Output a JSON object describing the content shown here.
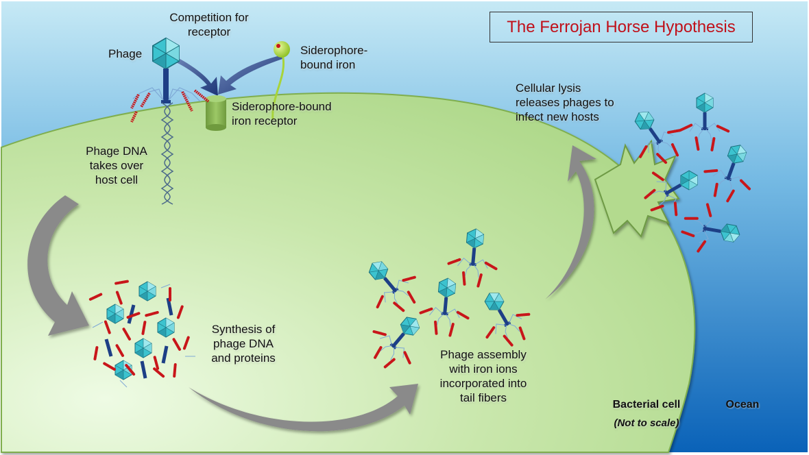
{
  "title": "The Ferrojan Horse Hypothesis",
  "colors": {
    "title_text": "#c0101a",
    "ocean_top": "#c6e9f5",
    "ocean_mid": "#5aa8dc",
    "ocean_bottom": "#0a62b8",
    "cell_fill_light": "#e4f5d6",
    "cell_fill": "#b3da8e",
    "cell_edge": "#7fae4e",
    "arrow_gray": "#8a8a8a",
    "capsid_teal": "#3cc3cf",
    "tail_navy": "#1d3f86",
    "iron_red": "#c8161a",
    "fiber_blue": "#7fa9d6",
    "competition_arrow": "#1c3577",
    "siderophore_green": "#a8d43a"
  },
  "labels": {
    "phage": "Phage",
    "competition": [
      "Competition for",
      "receptor"
    ],
    "siderophore_iron": [
      "Siderophore-",
      "bound iron"
    ],
    "receptor": [
      "Siderophore-bound",
      "iron receptor"
    ],
    "dna_takeover": [
      "Phage DNA",
      "takes over",
      "host cell"
    ],
    "synthesis": [
      "Synthesis of",
      "phage DNA",
      "and proteins"
    ],
    "assembly": [
      "Phage assembly",
      "with iron ions",
      "incorporated into",
      "tail fibers"
    ],
    "lysis": [
      "Cellular lysis",
      "releases phages to",
      "infect new hosts"
    ],
    "bacterial_cell": "Bacterial cell",
    "not_to_scale": "(Not to scale)",
    "ocean": "Ocean"
  },
  "diagram": {
    "nodes": [
      {
        "id": "attach",
        "label": "Phage attaches; competition for siderophore-bound iron receptor"
      },
      {
        "id": "takeover",
        "label": "Phage DNA takes over host cell"
      },
      {
        "id": "synthesis",
        "label": "Synthesis of phage DNA and proteins"
      },
      {
        "id": "assembly",
        "label": "Phage assembly with iron ions incorporated into tail fibers"
      },
      {
        "id": "lysis",
        "label": "Cellular lysis releases phages to infect new hosts"
      }
    ],
    "edges": [
      {
        "from": "takeover",
        "to": "synthesis"
      },
      {
        "from": "synthesis",
        "to": "assembly"
      },
      {
        "from": "assembly",
        "to": "lysis"
      }
    ]
  }
}
